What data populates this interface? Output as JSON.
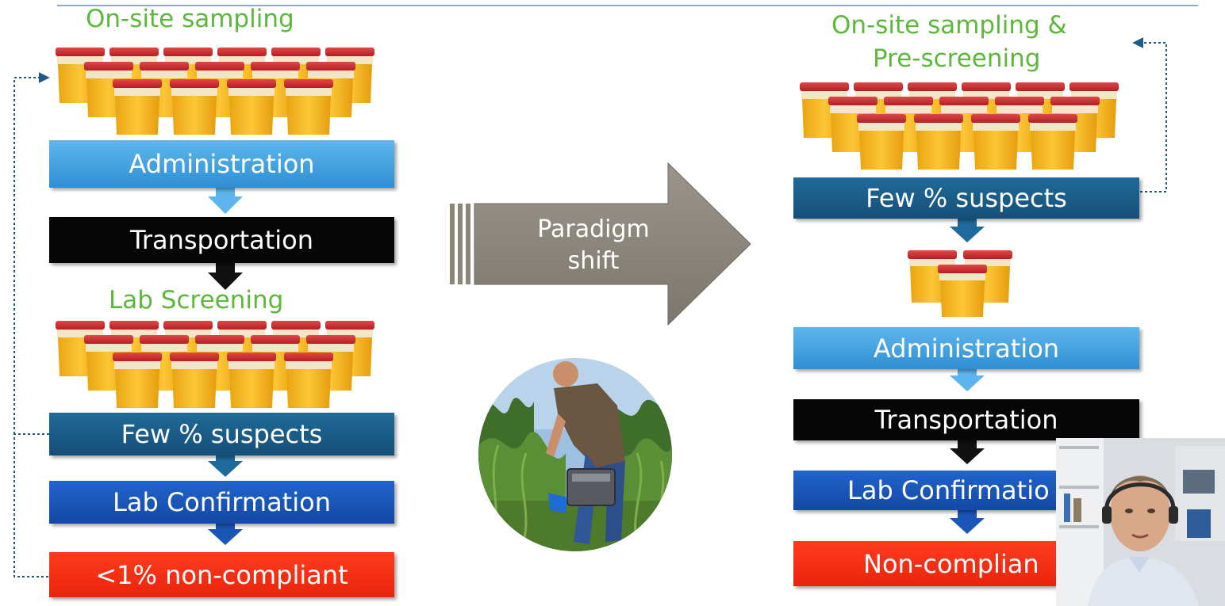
{
  "left": {
    "heading": "On-site sampling",
    "administration": "Administration",
    "transportation": "Transportation",
    "lab_screening": "Lab Screening",
    "suspects": "Few % suspects",
    "lab_confirmation": "Lab Confirmation",
    "result": "<1% non-compliant"
  },
  "center": {
    "arrow_line1": "Paradigm",
    "arrow_line2": "shift",
    "photo": "field-sampling-photo"
  },
  "right": {
    "heading_line1": "On-site sampling &",
    "heading_line2": "Pre-screening",
    "suspects": "Few % suspects",
    "administration": "Administration",
    "transportation": "Transportation",
    "lab_confirmation": "Lab Confirmatio",
    "result": "Non-complian"
  },
  "colors": {
    "heading_green": "#5cb83a",
    "administration": "#3a9fe0",
    "transportation": "#060606",
    "suspects": "#1a5d8a",
    "lab_confirmation": "#1a56b8",
    "non_compliant": "#f22d15",
    "arrow_gray": "#8c8679"
  },
  "webcam": "presenter-video-feed"
}
